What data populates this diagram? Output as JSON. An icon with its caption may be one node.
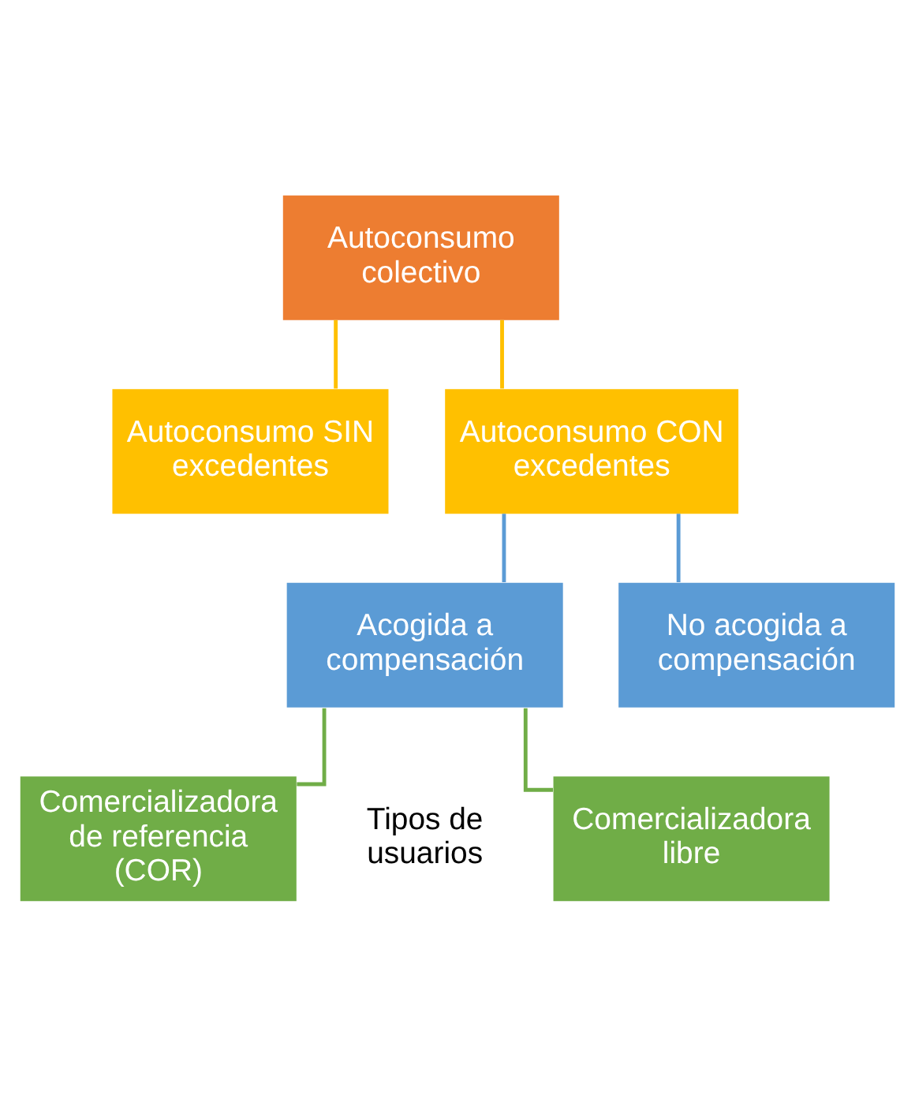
{
  "diagram": {
    "nodes": [
      {
        "text": [
          "Autoconsumo colectivo"
        ]
      },
      {
        "text": [
          "Autoconsumo SIN excedentes"
        ]
      },
      {
        "text": [
          "Autoconsumo CON excedentes"
        ]
      },
      {
        "text": [
          "Acogida a compensación"
        ]
      },
      {
        "text": [
          "No acogida a compensación"
        ]
      },
      {
        "text": [
          "Comercializadora libre"
        ]
      },
      {
        "text": [
          "Comercializadora de referencia (COR)"
        ]
      }
    ],
    "edges": [
      {
        "from": 0,
        "to": 1,
        "arrow": "none",
        "color": "#ffc000"
      },
      {
        "from": 0,
        "to": 2,
        "arrow": "none",
        "color": "#ffc000"
      },
      {
        "from": 2,
        "to": 3,
        "arrow": "none",
        "color": "#5b9bd5"
      },
      {
        "from": 2,
        "to": 4,
        "arrow": "none",
        "color": "#5b9bd5"
      },
      {
        "from": 3,
        "to": 5,
        "arrow": "none",
        "color": "#70ad47"
      },
      {
        "from": 3,
        "to": 6,
        "arrow": "none",
        "color": "#70ad47"
      }
    ],
    "labels": [
      "Tipos de usuarios"
    ]
  }
}
